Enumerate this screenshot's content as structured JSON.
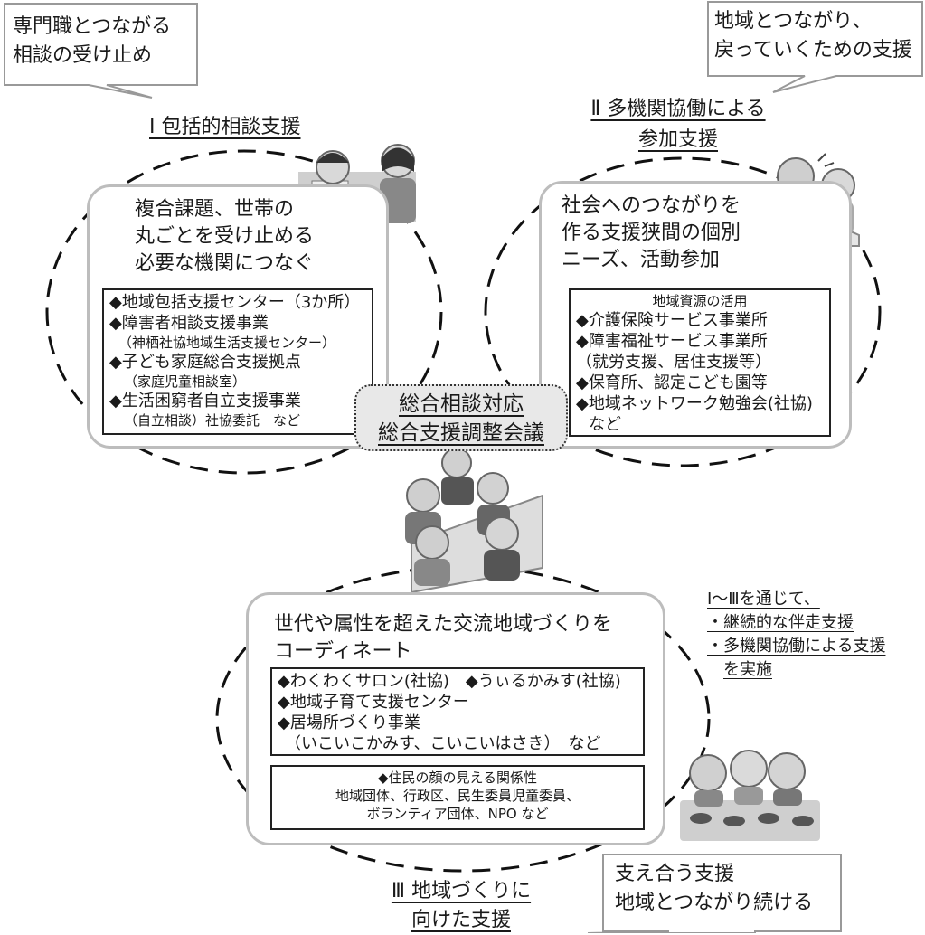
{
  "callouts": {
    "top_left": [
      "専門職とつながる",
      "相談の受け止め"
    ],
    "top_right": [
      "地域とつながり、",
      "戻っていくための支援"
    ],
    "bottom_right": [
      "支え合う支援",
      "地域とつながり続ける"
    ]
  },
  "section1": {
    "heading": "Ⅰ 包括的相談支援",
    "lead": [
      "複合課題、世帯の",
      "丸ごとを受け止める",
      "必要な機関につなぐ"
    ],
    "items": [
      "◆地域包括支援センター（3か所）",
      "◆障害者相談支援事業",
      "（神栖社協地域生活支援センター）",
      "◆子ども家庭総合支援拠点",
      "（家庭児童相談室）",
      "◆生活困窮者自立支援事業",
      "（自立相談）社協委託　など"
    ]
  },
  "section2": {
    "heading": [
      "Ⅱ 多機関協働による",
      "参加支援"
    ],
    "lead": [
      "社会へのつながりを",
      "作る支援狭間の個別",
      "ニーズ、活動参加"
    ],
    "items": [
      "地域資源の活用",
      "◆介護保険サービス事業所",
      "◆障害福祉サービス事業所",
      "（就労支援、居住支援等）",
      "◆保育所、認定こども園等",
      "◆地域ネットワーク勉強会(社協)",
      "など"
    ]
  },
  "center": {
    "lines": [
      "総合相談対応",
      "総合支援調整会議"
    ]
  },
  "section3": {
    "heading": [
      "Ⅲ 地域づくりに",
      "向けた支援"
    ],
    "lead": [
      "世代や属性を超えた交流地域づくりを",
      "コーディネート"
    ],
    "items": [
      "◆わくわくサロン(社協)　◆うぃるかみす(社協)",
      "◆地域子育て支援センター",
      "◆居場所づくり事業",
      "（いこいこかみす、こいこいはさき）　など"
    ],
    "items2": [
      "◆住民の顔の見える関係性",
      "地域団体、行政区、民生委員児童委員、",
      "ボランティア団体、NPO など"
    ]
  },
  "note": [
    "Ⅰ～Ⅲを通じて、",
    "・継続的な伴走支援",
    "・多機関協働による支援",
    "を実施"
  ],
  "illustrations": [
    "counseling-icon",
    "elderly-support-icon",
    "meeting-icon",
    "seniors-dining-icon"
  ]
}
